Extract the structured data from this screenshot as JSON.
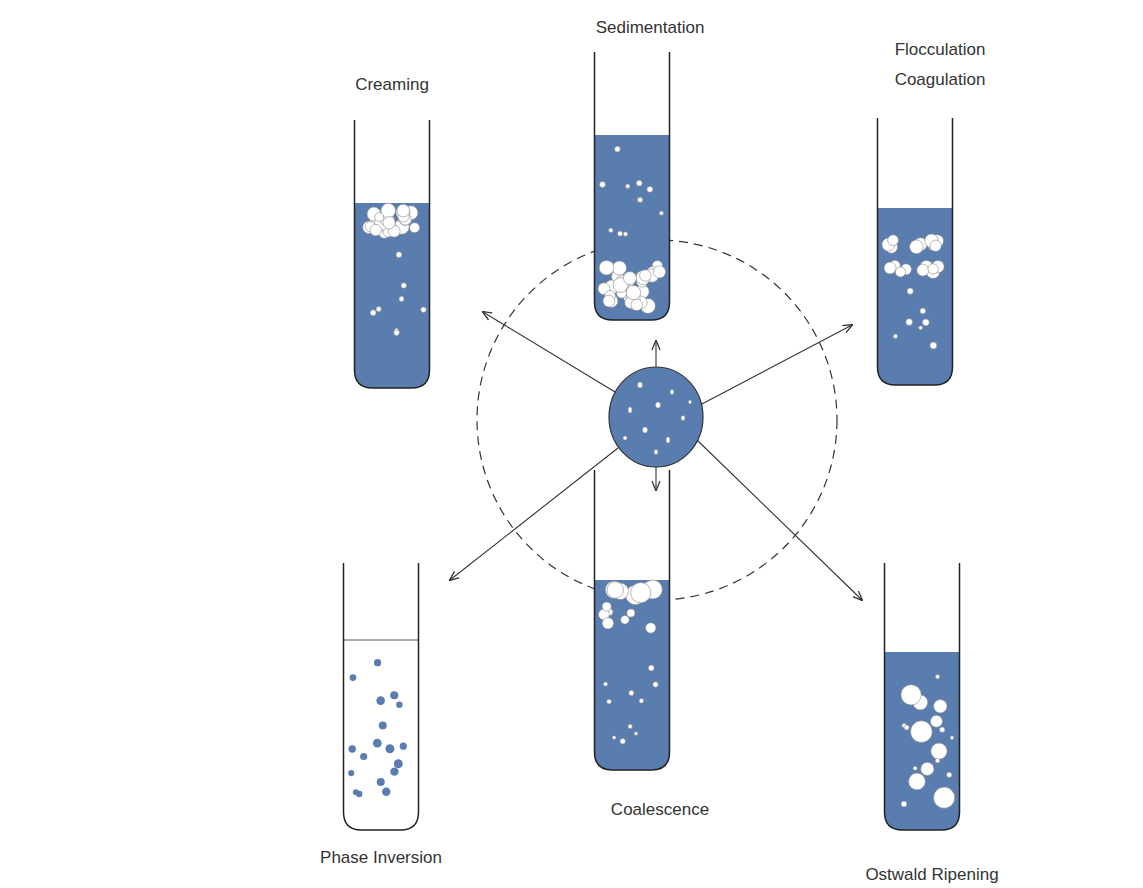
{
  "diagram": {
    "nodes": [
      {
        "text": [
          "Creaming"
        ]
      },
      {
        "text": [
          "Sedimentation"
        ]
      },
      {
        "text": [
          "Flocculation Coagulation"
        ]
      },
      {
        "text": [
          "Phase Inversion"
        ]
      },
      {
        "text": [
          "Coalescence"
        ]
      },
      {
        "text": [
          "Ostwald Ripening"
        ]
      }
    ]
  }
}
